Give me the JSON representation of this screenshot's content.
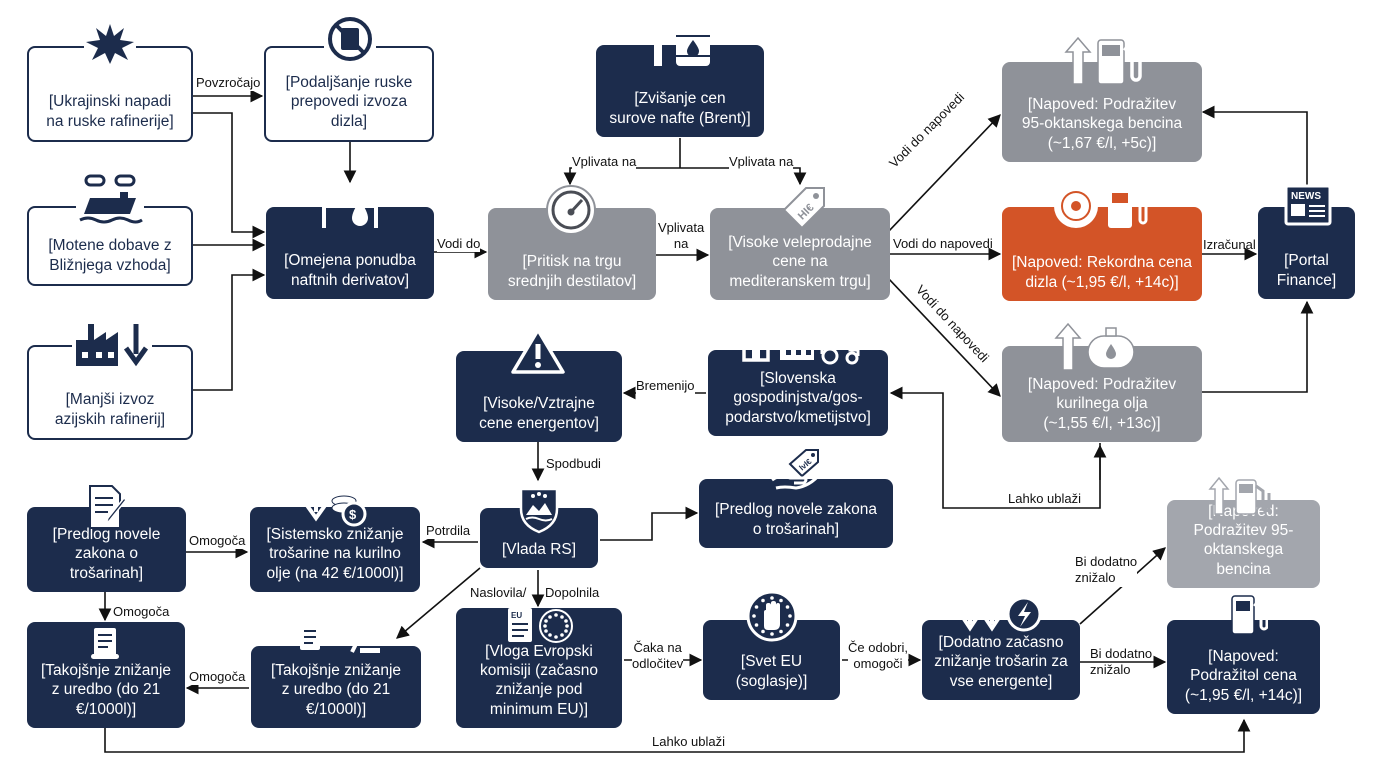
{
  "colors": {
    "dark": "#1c2c4c",
    "gray": "#8f9299",
    "orange": "#d35427",
    "white": "#ffffff"
  },
  "nodes": {
    "ukr": {
      "label": "[Ukrajinski napadi\nna ruske rafinerije]",
      "icon": "explosion-icon"
    },
    "ban": {
      "label": "[Podaljšanje ruske\nprepovedi izvoza\ndizla]",
      "icon": "no-barrel-icon"
    },
    "me": {
      "label": "[Motene dobave z\nBližnjega vzhoda]",
      "icon": "ship-broken-chain-icon"
    },
    "asia": {
      "label": "[Manjši izvoz\nazijskih rafinerij]",
      "icon": "factory-down-icon"
    },
    "supply": {
      "label": "[Omejena ponudba\nnaftnih derivatov]",
      "icon": "oil-drop-icon"
    },
    "brent": {
      "label": "[Zvišanje cen\nsurove nafte (Brent)]",
      "icon": "barrel-up-icon"
    },
    "pressure": {
      "label": "[Pritisk na trgu\nsrednjih destilatov]",
      "icon": "gauge-icon"
    },
    "wholesale": {
      "label": "[Visoke veleprodajne\ncene na\nmediteranskem trgu]",
      "icon": "price-tag-icon"
    },
    "p95": {
      "label": "[Napoved: Podražitev\n95-oktanskega bencina\n(~1,67 €/l, +5c)]",
      "icon": "fuel-pump-up-icon"
    },
    "pdiesel": {
      "label": "[Napoved: Rekordna cena\ndizla (~1,95 €/l, +14c)]",
      "icon": "record-fuel-icon"
    },
    "pheat": {
      "label": "[Napoved: Podražitev\nkurilnega olja\n(~1,55 €/l, +13c)]",
      "icon": "tank-up-icon"
    },
    "portal": {
      "label": "[Portal\nFinance]",
      "icon": "newspaper-icon"
    },
    "economy": {
      "label": "[Slovenska\ngospodinjstva/gos-\npodarstvo/kmetijstvo]",
      "icon": "house-factory-tractor-icon"
    },
    "energy": {
      "label": "[Visoke/Vztrajne\ncene energentov]",
      "icon": "warning-icon"
    },
    "gov": {
      "label": "[Vlada RS]",
      "icon": "slovenia-coat-of-arms-icon"
    },
    "prop2": {
      "label": "[Predlog novele zakona\no trošarinah]",
      "icon": "hand-tag-icon"
    },
    "prop1": {
      "label": "[Predlog novele\nzakona o\ntrošarinah]",
      "icon": "document-pen-icon"
    },
    "sys": {
      "label": "[Sistemsko znižanje\ntrošarine na kurilno\nolje (na 42 €/1000l)]",
      "icon": "down-coins-icon"
    },
    "imm1": {
      "label": "[Takojšnje znižanje\nz uredbo (do 21\n€/1000l)]",
      "icon": "scroll-icon"
    },
    "imm2": {
      "label": "[Takojšnje znižanje\nz uredbo (do 21\n€/1000l)]",
      "icon": "scroll-gavel-icon"
    },
    "euapp": {
      "label": "[Vloga Evropski\nkomisiji (začasno\nznižanje pod\nminimum EU)]",
      "icon": "eu-document-icon"
    },
    "eucouncil": {
      "label": "[Svet EU\n(soglasje)]",
      "icon": "eu-hand-icon"
    },
    "extra": {
      "label": "[Dodatno začasno\nznižanje trošarin za\nvse energente]",
      "icon": "down-arrows-bolt-icon"
    },
    "p95b": {
      "label": "[Napoved:\nPodražitev 95-\noktanskega bencina",
      "icon": "fuel-pump-up-icon"
    },
    "pprice": {
      "label": "[Napoved:\nPodražitəl cena\n(~1,95 €/l, +14c)]",
      "icon": "fuel-pump-icon"
    }
  },
  "edges": {
    "povzrocajo": "Povzročajo",
    "vodi_do": "Vodi do",
    "vplivata_na_1": "Vplivata na",
    "vplivata_na_2": "Vplivata na",
    "vplivata_na_3": "Vplivata\nna",
    "vodi_do_napovedi_1": "Vodi do napovedi",
    "vodi_do_napovedi_2": "Vodi do napovedi",
    "vodi_do_napovedi_3": "Vodi do napovedi",
    "izracunal": "Izračunal",
    "bremenijo": "Bremenijo",
    "spodbudi": "Spodbudi",
    "lahko_ublazi_1": "Lahko ublaži",
    "potrdila": "Potrdila",
    "omogoca_1": "Omogoča",
    "omogoca_2": "Omogoča",
    "omogoca_3": "Omogoča",
    "naslovila": "Naslovila/",
    "dopolnila": "Dopolnila",
    "caka_na": "Čaka na\nodločitev",
    "ce_odobri": "Če odobri,\nomogoči",
    "bi_dodatno_1": "Bi dodatno\nznižalo",
    "bi_dodatno_2": "Bi dodatno\nznižalo",
    "lahko_ublazi_2": "Lahko ublaži"
  }
}
